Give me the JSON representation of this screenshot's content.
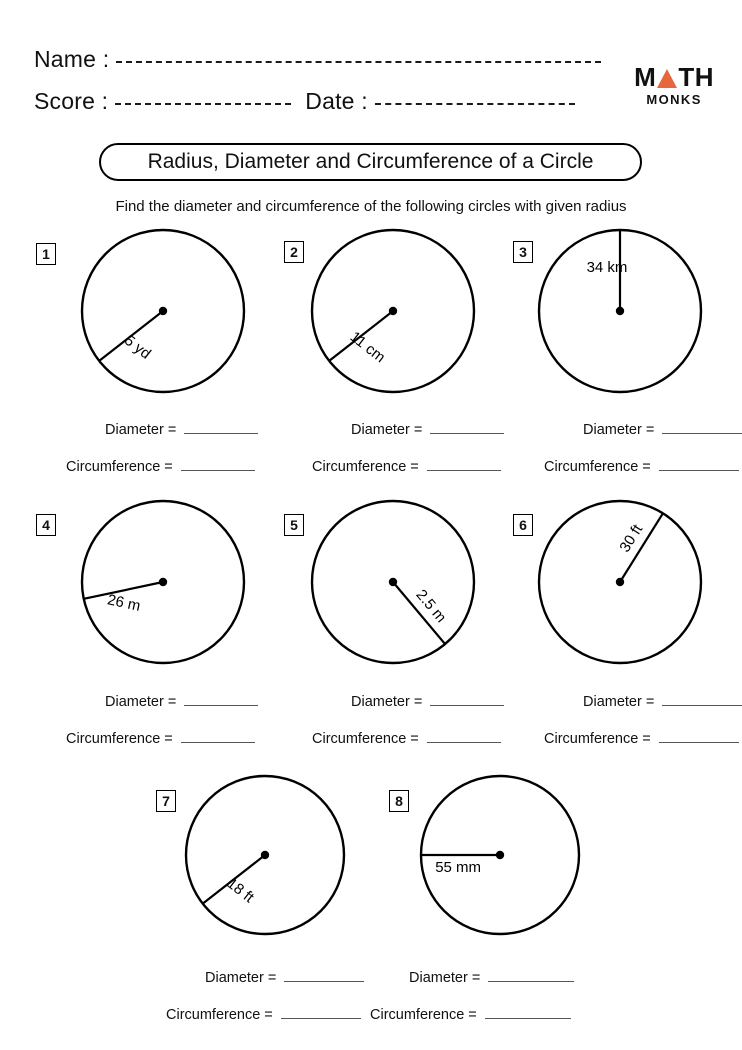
{
  "header": {
    "name_label": "Name :",
    "score_label": "Score :",
    "date_label": "Date :",
    "logo_part1": "M",
    "logo_part2": "TH",
    "logo_sub": "MONKS",
    "logo_triangle_color": "#e8663c"
  },
  "title": "Radius, Diameter and Circumference of a Circle",
  "instruction": "Find the diameter and circumference of the following circles with given radius",
  "answer_labels": {
    "diameter": "Diameter =",
    "circumference": "Circumference ="
  },
  "problems": [
    {
      "number": "1",
      "radius_label": "5 yd",
      "unit": "yd",
      "value": "5",
      "angle_deg": 218,
      "label_rotated": true,
      "label_angle": 38
    },
    {
      "number": "2",
      "radius_label": "11 cm",
      "unit": "cm",
      "value": "11",
      "angle_deg": 218,
      "label_rotated": true,
      "label_angle": 38
    },
    {
      "number": "3",
      "radius_label": "34 km",
      "unit": "km",
      "value": "34",
      "angle_deg": 90,
      "label_rotated": false,
      "label_angle": 0
    },
    {
      "number": "4",
      "radius_label": "26 m",
      "unit": "m",
      "value": "26",
      "angle_deg": 192,
      "label_rotated": true,
      "label_angle": 12
    },
    {
      "number": "5",
      "radius_label": "2.5 m",
      "unit": "m",
      "value": "2.5",
      "angle_deg": 310,
      "label_rotated": true,
      "label_angle": 50
    },
    {
      "number": "6",
      "radius_label": "30 ft",
      "unit": "ft",
      "value": "30",
      "angle_deg": 58,
      "label_rotated": true,
      "label_angle": -58
    },
    {
      "number": "7",
      "radius_label": "18 ft",
      "unit": "ft",
      "value": "18",
      "angle_deg": 218,
      "label_rotated": true,
      "label_angle": 38
    },
    {
      "number": "8",
      "radius_label": "55 mm",
      "unit": "mm",
      "value": "55",
      "angle_deg": 180,
      "label_rotated": false,
      "label_angle": 0
    }
  ]
}
